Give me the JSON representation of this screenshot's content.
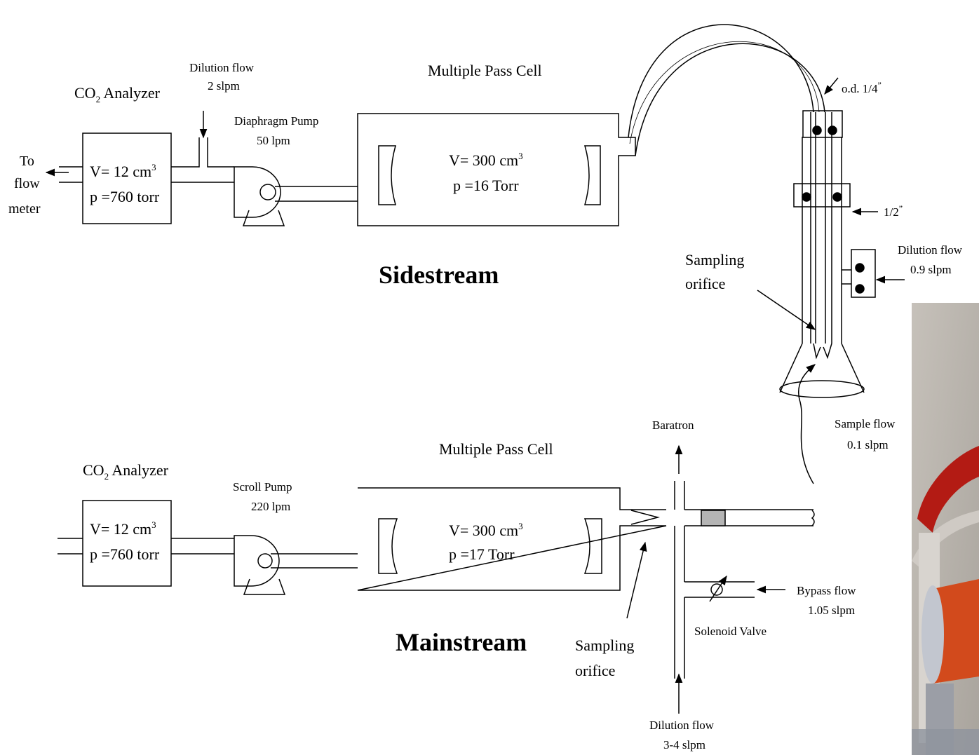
{
  "sidestream": {
    "heading": "Sidestream",
    "analyzer": {
      "title_prefix": "CO",
      "title_sub": "2",
      "title_suffix": " Analyzer",
      "volume": "V= 12 cm",
      "volume_sup": "3",
      "pressure": "p =760 torr"
    },
    "exhaust": {
      "line1": "To",
      "line2": "flow",
      "line3": "meter"
    },
    "dilution_flow": {
      "line1": "Dilution flow",
      "line2": "2 slpm"
    },
    "pump": {
      "line1": "Diaphragm Pump",
      "line2": "50 lpm"
    },
    "cell": {
      "title": "Multiple Pass Cell",
      "volume": "V= 300 cm",
      "volume_sup": "3",
      "pressure": "p =16 Torr"
    },
    "probe": {
      "od_label": "o.d. 1/4",
      "od_mark": "”",
      "half_label": "1/2",
      "half_mark": "”",
      "dilution_line1": "Dilution flow",
      "dilution_line2": "0.9 slpm",
      "orifice_line1": "Sampling",
      "orifice_line2": "orifice",
      "sample_line1": "Sample flow",
      "sample_line2": "0.1 slpm"
    }
  },
  "mainstream": {
    "heading": "Mainstream",
    "analyzer": {
      "title_prefix": "CO",
      "title_sub": "2",
      "title_suffix": " Analyzer",
      "volume": "V= 12 cm",
      "volume_sup": "3",
      "pressure": "p =760 torr"
    },
    "pump": {
      "line1": "Scroll Pump",
      "line2": "220 lpm"
    },
    "cell": {
      "title": "Multiple Pass Cell",
      "volume": "V= 300 cm",
      "volume_sup": "3",
      "pressure": "p =17  Torr"
    },
    "baratron": "Baratron",
    "orifice_line1": "Sampling",
    "orifice_line2": "orifice",
    "valve": "Solenoid Valve",
    "bypass_line1": "Bypass flow",
    "bypass_line2": "1.05 slpm",
    "dilution_line1": "Dilution flow",
    "dilution_line2": "3-4 slpm"
  },
  "photo_inset": {
    "icon": "photo-crop"
  }
}
